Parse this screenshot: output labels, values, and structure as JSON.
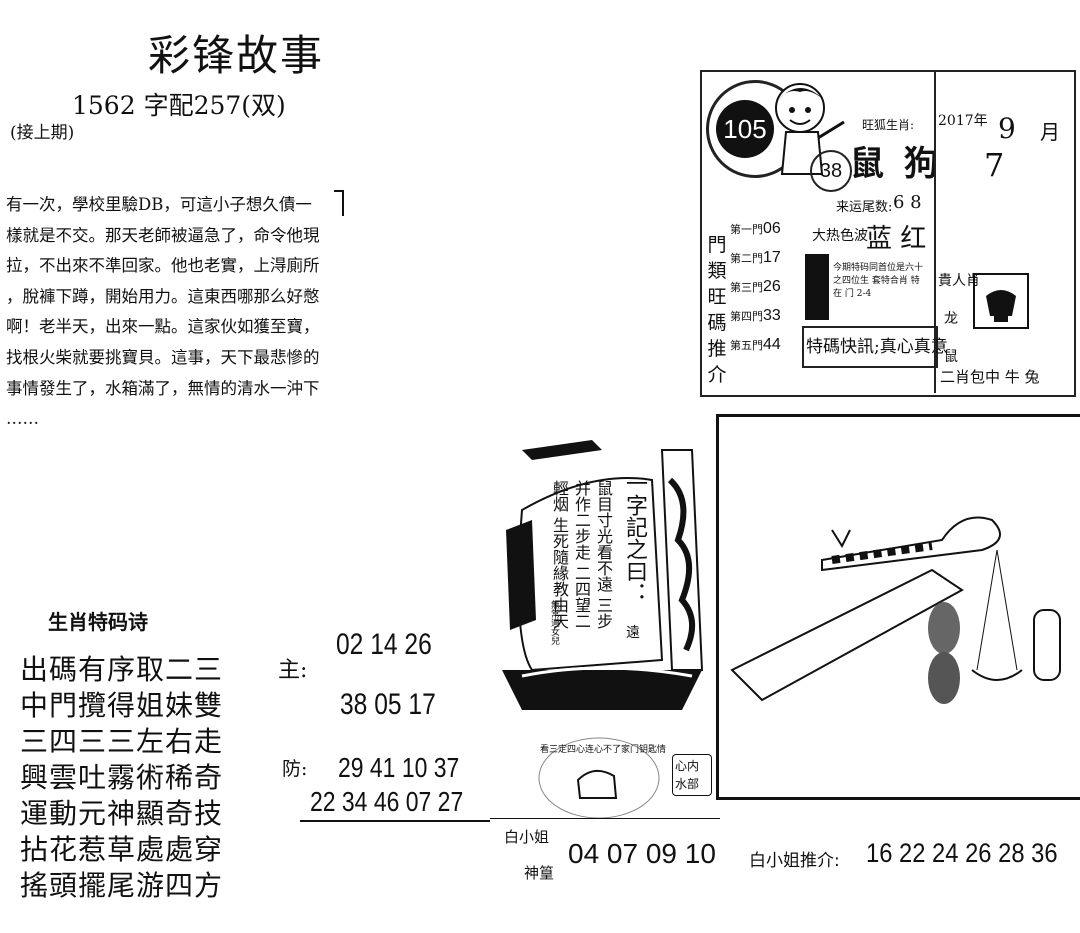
{
  "header": {
    "title": "彩锋故事",
    "issue_line": "1562 字配257(双)",
    "continued": "(接上期)"
  },
  "story": {
    "lines": [
      "有一次，學校里驗DB，可這小子想久債一",
      "樣就是不交。那天老師被逼急了，命令他現",
      "拉，不出來不準回家。他也老實，上淂廁所",
      "，脫褲下蹲，開始用力。這東西哪那么好憋",
      "啊！老半天，出來一點。這家伙如獲至寶，",
      "找根火柴就要挑寶貝。這事，天下最悲慘的",
      "事情發生了，水箱滿了，無情的清水一沖下",
      "……"
    ]
  },
  "poem": {
    "title": "生肖特码诗",
    "lines": [
      "出碼有序取二三",
      "中門攬得姐妹雙",
      "三四三三左右走",
      "興雲吐霧術稀奇",
      "運動元神顯奇技",
      "拈花惹草處處穿",
      "搖頭擺尾游四方"
    ]
  },
  "picks": {
    "main_label": "主:",
    "main_row1": "02 14 26",
    "main_row2": "38 05 17",
    "guard_label": "防:",
    "guard_row1": "29 41 10 37",
    "guard_row2": "22 34 46 07 27"
  },
  "newspaper": {
    "seal_number": "105",
    "ball_number": "38",
    "zodiac_label": "旺狐生肖:",
    "zodiac_value": "鼠 狗",
    "tail_label": "来运尾数:",
    "tail_value": "6 8",
    "color_label": "大热色波:",
    "color_value": "蓝 红",
    "notice": "今期特码同首位是六十 之四位生 套特合肖 特在 门 2-4",
    "side_vertical": "門類旺碼推介",
    "gates": [
      {
        "label": "第一門",
        "value": "06"
      },
      {
        "label": "第二門",
        "value": "17"
      },
      {
        "label": "第三門",
        "value": "26"
      },
      {
        "label": "第四門",
        "value": "33"
      },
      {
        "label": "第五門",
        "value": "44"
      }
    ],
    "special_tip": "特碼快訊;真心真意",
    "year": "2017年",
    "month": "9",
    "month_label": "月",
    "day": "7",
    "lucky_label": "貴人肖",
    "dragon": "龙",
    "rat": "鼠",
    "bottom_row": "二肖包中 牛 兔"
  },
  "prophecy": {
    "title": "一字記之曰：",
    "lines": [
      "鼠目寸光看不遠",
      "三步并作二步走",
      "二四望二輕烟",
      "生死隨緣教由天"
    ],
    "answer": "遠",
    "author": "無常道女兒"
  },
  "badges": {
    "heart": "心内水部",
    "circle_text": "看三定四心连心不了家门钥匙情"
  },
  "bottom": {
    "miss_bai": "白小姐",
    "shen_suan": "神篁",
    "numbers": "04 07 09 10",
    "rec_label": "白小姐推介:",
    "rec_numbers": "16 22 24 26 28 36"
  }
}
